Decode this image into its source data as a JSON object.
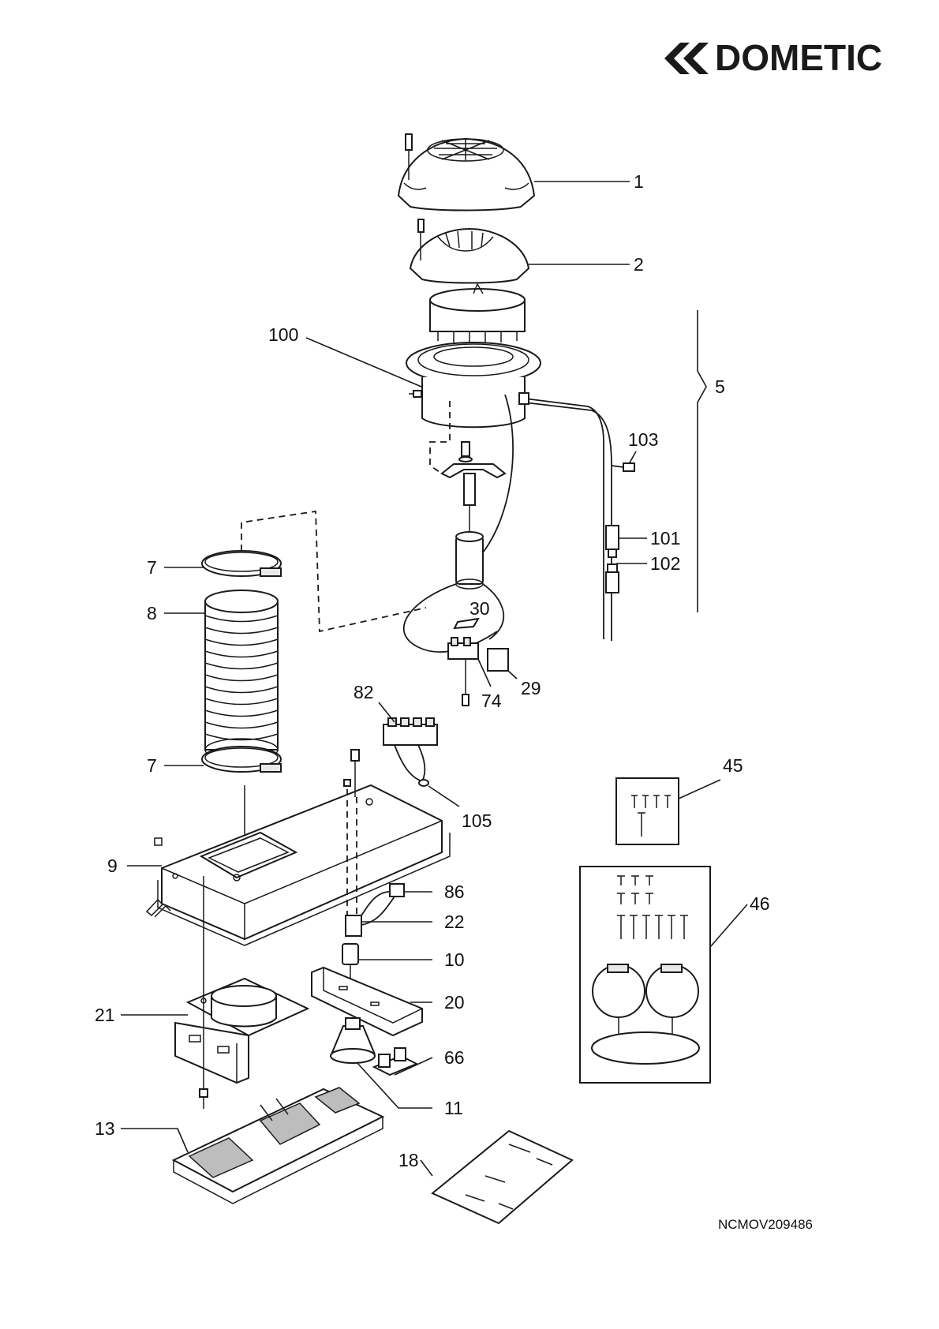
{
  "brand": {
    "name": "DOMETIC",
    "logo_icon": "dometic-chevron-logo-icon"
  },
  "drawing_code": "NCMOV209486",
  "part_labels": [
    {
      "id": "p1",
      "text": "1"
    },
    {
      "id": "p2",
      "text": "2"
    },
    {
      "id": "p100",
      "text": "100"
    },
    {
      "id": "p5",
      "text": "5"
    },
    {
      "id": "p103",
      "text": "103"
    },
    {
      "id": "p101",
      "text": "101"
    },
    {
      "id": "p102",
      "text": "102"
    },
    {
      "id": "p7a",
      "text": "7"
    },
    {
      "id": "p8",
      "text": "8"
    },
    {
      "id": "p30",
      "text": "30"
    },
    {
      "id": "p29",
      "text": "29"
    },
    {
      "id": "p74",
      "text": "74"
    },
    {
      "id": "p82",
      "text": "82"
    },
    {
      "id": "p7b",
      "text": "7"
    },
    {
      "id": "p45",
      "text": "45"
    },
    {
      "id": "p105",
      "text": "105"
    },
    {
      "id": "p9",
      "text": "9"
    },
    {
      "id": "p46",
      "text": "46"
    },
    {
      "id": "p86",
      "text": "86"
    },
    {
      "id": "p22",
      "text": "22"
    },
    {
      "id": "p10",
      "text": "10"
    },
    {
      "id": "p21",
      "text": "21"
    },
    {
      "id": "p20",
      "text": "20"
    },
    {
      "id": "p66",
      "text": "66"
    },
    {
      "id": "p11",
      "text": "11"
    },
    {
      "id": "p13",
      "text": "13"
    },
    {
      "id": "p18",
      "text": "18"
    }
  ]
}
